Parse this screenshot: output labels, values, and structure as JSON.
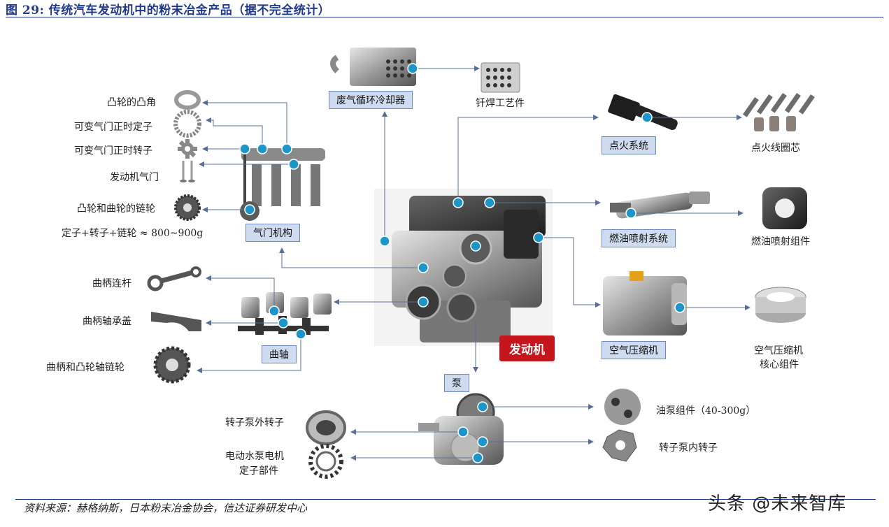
{
  "title": "图 29:  传统汽车发动机中的粉末冶金产品（据不完全统计）",
  "source": "资料来源：赫格纳斯，日本粉末冶金协会，信达证券研发中心",
  "watermark": "头条 @未来智库",
  "center": {
    "label": "发动机"
  },
  "systems": {
    "egr": "废气循环冷却器",
    "ignition": "点火系统",
    "injection": "燃油喷射系统",
    "compressor": "空气压缩机",
    "pump": "泵",
    "valve": "气门机构",
    "crank": "曲轴"
  },
  "parts": {
    "egr_part": "钎焊工艺件",
    "ignition_part": "点火线圈芯",
    "injection_part": "燃油喷射组件",
    "compressor_part_1": "空气压缩机",
    "compressor_part_2": "核心组件",
    "cam_lobe": "凸轮的凸角",
    "vvt_stator": "可变气门正时定子",
    "vvt_rotor": "可变气门正时转子",
    "engine_valve": "发动机气门",
    "cam_crank_sprocket": "凸轮和曲轮的链轮",
    "valve_note": "定子+转子+链轮 ≈ 800~900g",
    "con_rod": "曲柄连杆",
    "main_bearing_cap": "曲柄轴承盖",
    "crank_cam_sprocket": "曲柄和凸轮轴链轮",
    "outer_rotor": "转子泵外转子",
    "motor_stator_1": "电动水泵电机",
    "motor_stator_2": "定子部件",
    "oil_pump": "油泵组件（40-300g）",
    "inner_rotor": "转子泵内转子"
  },
  "colors": {
    "title": "#1f3a8a",
    "tag_fill": "#cfdcef",
    "tag_border": "#6d8bc2",
    "engine_tag": "#c4161c",
    "dot": "#1c95c9",
    "line": "#5a6f95"
  },
  "icons": [
    "egr-cooler-icon",
    "brazed-part-icon",
    "ignition-coil-icon",
    "coil-core-icon",
    "fuel-injector-icon",
    "injector-component-icon",
    "compressor-icon",
    "compressor-core-icon",
    "engine-icon",
    "valve-train-icon",
    "crankshaft-icon",
    "pump-icon",
    "cam-lobe-icon",
    "vvt-stator-icon",
    "vvt-rotor-icon",
    "valve-icon",
    "sprocket-icon",
    "con-rod-icon",
    "bearing-cap-icon",
    "outer-rotor-icon",
    "stator-ring-icon",
    "oil-pump-part-icon",
    "inner-rotor-icon"
  ]
}
